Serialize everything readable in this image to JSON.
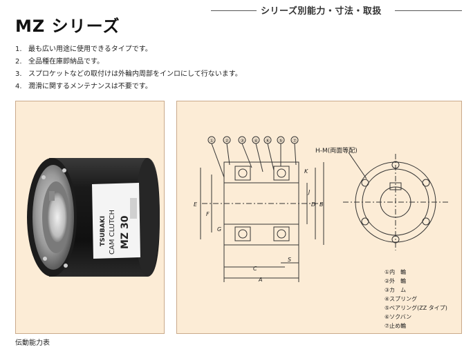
{
  "header": {
    "section_title": "シリーズ別能力・寸法・取扱",
    "series_title": "MZ シリーズ"
  },
  "features": [
    {
      "num": "1.",
      "text": "最も広い用途に使用できるタイプです。"
    },
    {
      "num": "2.",
      "text": "全品種在庫即納品です。"
    },
    {
      "num": "3.",
      "text": "スプロケットなどの取付けは外輪内周部をインロにして行ないます。"
    },
    {
      "num": "4.",
      "text": "潤滑に関するメンテナンスは不要です。"
    }
  ],
  "photo": {
    "label_brand": "TSUBAKI",
    "label_product": "CAM CLUTCH",
    "label_model": "MZ 30"
  },
  "diagram": {
    "part_numbers": [
      "①",
      "②",
      "③",
      "④",
      "⑥",
      "⑤",
      "⑦"
    ],
    "hm_label": "H-M(両面等配)",
    "dim_labels": {
      "K": "K",
      "J": "J",
      "D": "D",
      "B": "B",
      "E": "E",
      "F": "F",
      "G": "G",
      "S": "S",
      "C": "C",
      "A": "A"
    },
    "legend": [
      "①内　輪",
      "②外　輪",
      "③カ　ム",
      "④スプリング",
      "⑤ベアリング(ZZ タイプ)",
      "⑥ソクバン",
      "⑦止め輪"
    ]
  },
  "footer": {
    "cut_text": "伝動能力表"
  },
  "colors": {
    "panel_bg": "#fcecd6",
    "panel_border": "#c9a98a",
    "line_dark": "#333333"
  }
}
